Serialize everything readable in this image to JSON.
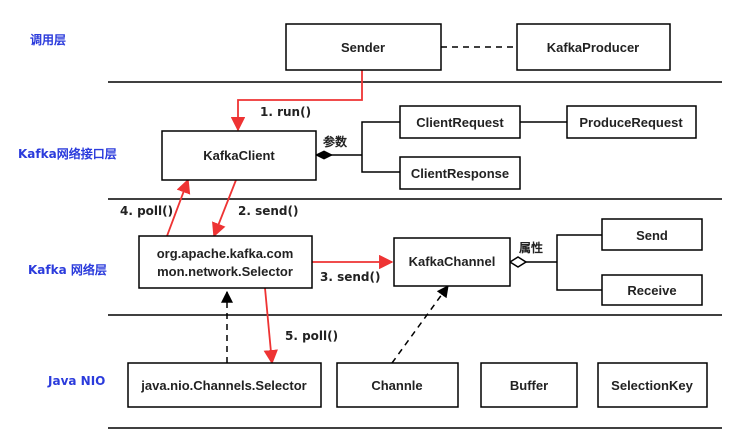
{
  "layers": {
    "call": "调用层",
    "client": "Kafka网络接口层",
    "network": "Kafka 网络层",
    "nio": "Java NIO"
  },
  "boxes": {
    "sender": "Sender",
    "kafka_producer": "KafkaProducer",
    "kafka_client": "KafkaClient",
    "client_request": "ClientRequest",
    "produce_request": "ProduceRequest",
    "client_response": "ClientResponse",
    "selector_line1": "org.apache.kafka.com",
    "selector_line2": "mon.network.Selector",
    "kafka_channel": "KafkaChannel",
    "send": "Send",
    "receive": "Receive",
    "nio_selector": "java.nio.Channels.Selector",
    "channle": "Channle",
    "buffer": "Buffer",
    "selection_key": "SelectionKey"
  },
  "labels": {
    "run": "1. run()",
    "param": "参数",
    "send2": "2. send()",
    "poll4": "4. poll()",
    "send3": "3. send()",
    "attr": "属性",
    "poll5": "5. poll()"
  },
  "colors": {
    "layer_text": "#2b3bdc",
    "flow_arrow": "#ee3333",
    "lines": "#000000"
  }
}
